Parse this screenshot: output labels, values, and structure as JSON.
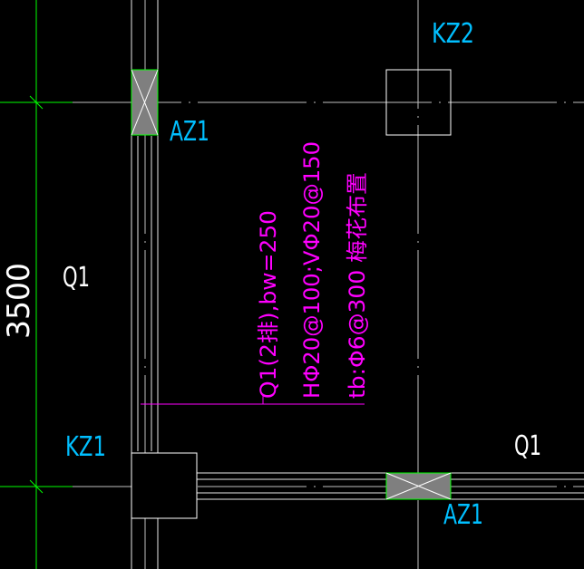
{
  "drawing": {
    "background_color": "#000000",
    "colors": {
      "dimension": "#00ff00",
      "label_cyan": "#00bfff",
      "annotation_magenta": "#ff00ff",
      "geometry_white": "#ffffff",
      "axis_gray": "#c0c0c0",
      "hatch_fill": "#7f7f7f"
    },
    "dimension_text": "3500",
    "labels": {
      "kz2": "KZ2",
      "az1_top": "AZ1",
      "q1_left": "Q1",
      "kz1": "KZ1",
      "q1_right": "Q1",
      "az1_bottom": "AZ1"
    },
    "wall_annotation": {
      "line1": "Q1(2排),bw=250",
      "line2": "HΦ20@100;VΦ20@150",
      "line3": "tb:Φ6@300  梅花布置"
    }
  }
}
